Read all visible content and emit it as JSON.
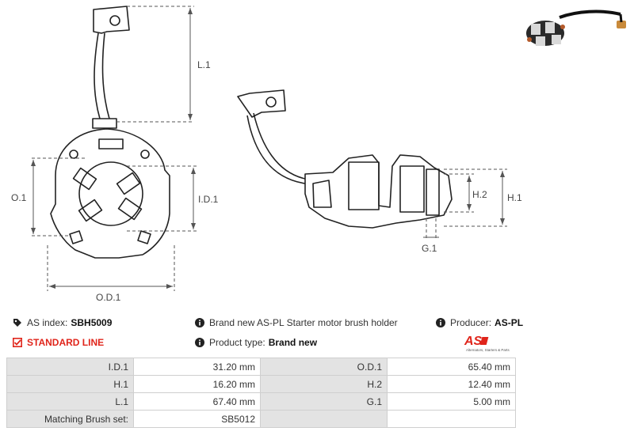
{
  "dimensions": {
    "l1": "L.1",
    "o1": "O.1",
    "i_d1": "I.D.1",
    "o_d1": "O.D.1",
    "h1": "H.1",
    "h2": "H.2",
    "g1": "G.1"
  },
  "info": {
    "as_index_label": "AS index:",
    "as_index_value": "SBH5009",
    "description": "Brand new AS-PL Starter motor brush holder",
    "producer_label": "Producer:",
    "producer_value": "AS-PL",
    "line": "STANDARD LINE",
    "product_type_label": "Product type:",
    "product_type_value": "Brand new"
  },
  "logo": {
    "mark": "AS",
    "tagline": "Alternators, Starters & Parts"
  },
  "specs": [
    {
      "k1": "I.D.1",
      "v1": "31.20 mm",
      "k2": "O.D.1",
      "v2": "65.40 mm"
    },
    {
      "k1": "H.1",
      "v1": "16.20 mm",
      "k2": "H.2",
      "v2": "12.40 mm"
    },
    {
      "k1": "L.1",
      "v1": "67.40 mm",
      "k2": "G.1",
      "v2": "5.00 mm"
    },
    {
      "k1": "Matching Brush set:",
      "v1": "SB5012",
      "k2": "",
      "v2": ""
    }
  ],
  "colors": {
    "accent": "#e0251b",
    "key_cell": "#e3e3e3",
    "line": "#222222"
  }
}
